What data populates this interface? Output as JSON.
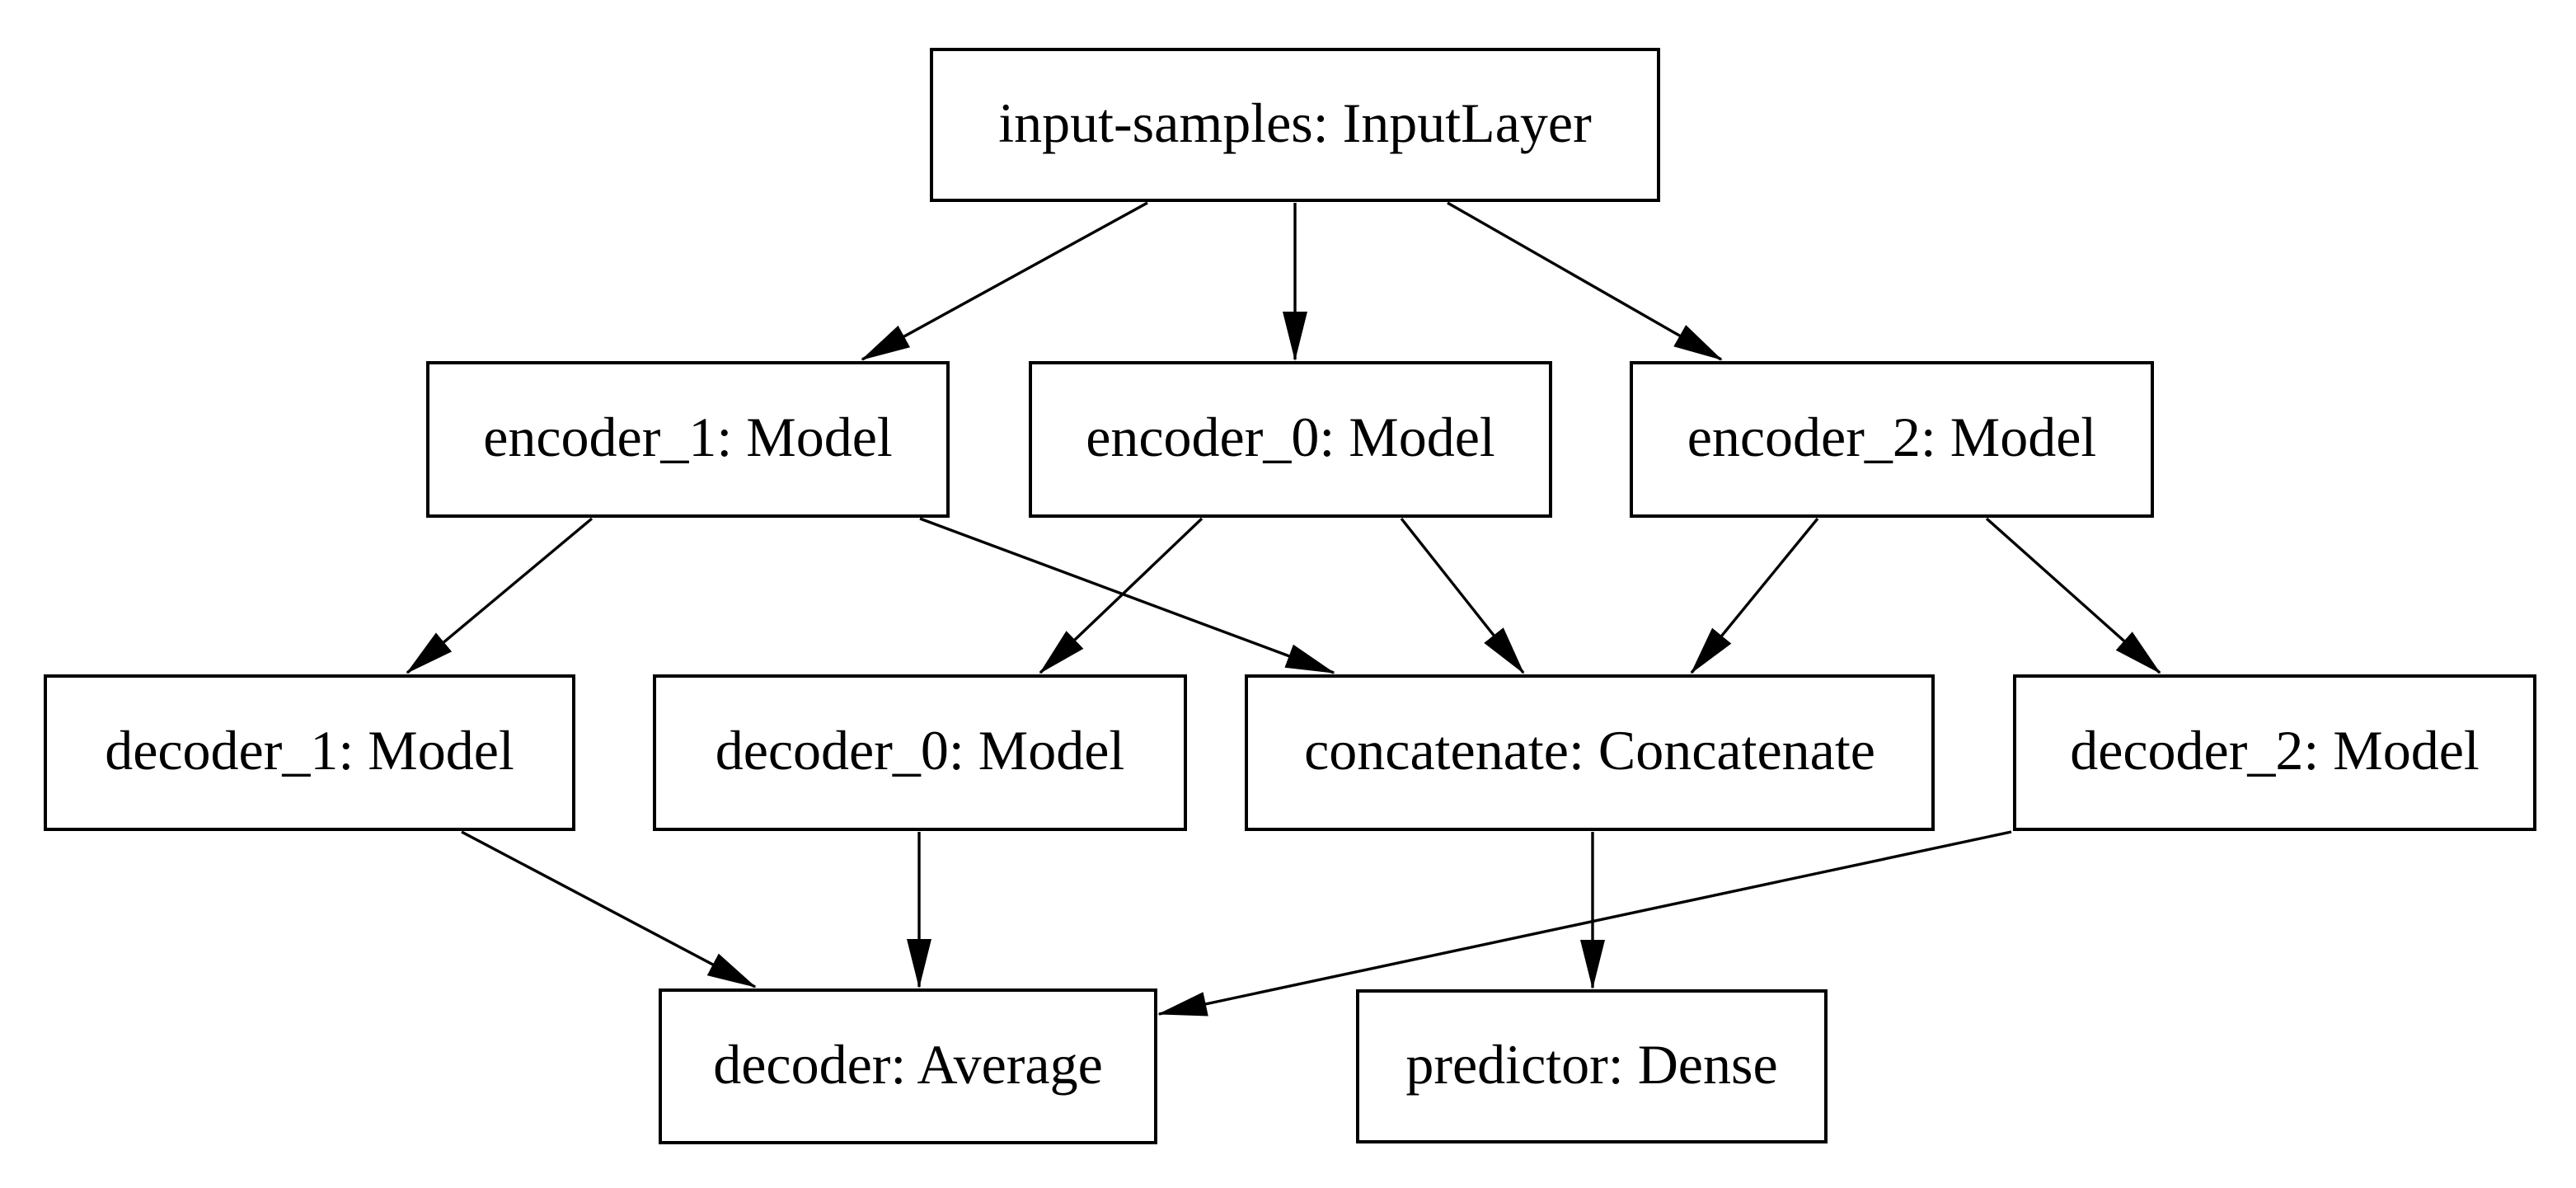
{
  "nodes": [
    {
      "id": "input-samples",
      "label": "input-samples: InputLayer",
      "type": "InputLayer"
    },
    {
      "id": "encoder_1",
      "label": "encoder_1: Model",
      "type": "Model"
    },
    {
      "id": "encoder_0",
      "label": "encoder_0: Model",
      "type": "Model"
    },
    {
      "id": "encoder_2",
      "label": "encoder_2: Model",
      "type": "Model"
    },
    {
      "id": "decoder_1",
      "label": "decoder_1: Model",
      "type": "Model"
    },
    {
      "id": "decoder_0",
      "label": "decoder_0: Model",
      "type": "Model"
    },
    {
      "id": "concatenate",
      "label": "concatenate: Concatenate",
      "type": "Concatenate"
    },
    {
      "id": "decoder_2",
      "label": "decoder_2: Model",
      "type": "Model"
    },
    {
      "id": "decoder",
      "label": "decoder: Average",
      "type": "Average"
    },
    {
      "id": "predictor",
      "label": "predictor: Dense",
      "type": "Dense"
    }
  ],
  "edges": [
    {
      "from": "input-samples",
      "to": "encoder_1"
    },
    {
      "from": "input-samples",
      "to": "encoder_0"
    },
    {
      "from": "input-samples",
      "to": "encoder_2"
    },
    {
      "from": "encoder_1",
      "to": "decoder_1"
    },
    {
      "from": "encoder_1",
      "to": "concatenate"
    },
    {
      "from": "encoder_0",
      "to": "decoder_0"
    },
    {
      "from": "encoder_0",
      "to": "concatenate"
    },
    {
      "from": "encoder_2",
      "to": "concatenate"
    },
    {
      "from": "encoder_2",
      "to": "decoder_2"
    },
    {
      "from": "decoder_1",
      "to": "decoder"
    },
    {
      "from": "decoder_0",
      "to": "decoder"
    },
    {
      "from": "concatenate",
      "to": "predictor"
    },
    {
      "from": "decoder_2",
      "to": "decoder"
    }
  ],
  "colors": {
    "background": "#ffffff",
    "node_fill": "#ffffff",
    "node_border": "#000000",
    "edge": "#000000",
    "text": "#000000"
  }
}
